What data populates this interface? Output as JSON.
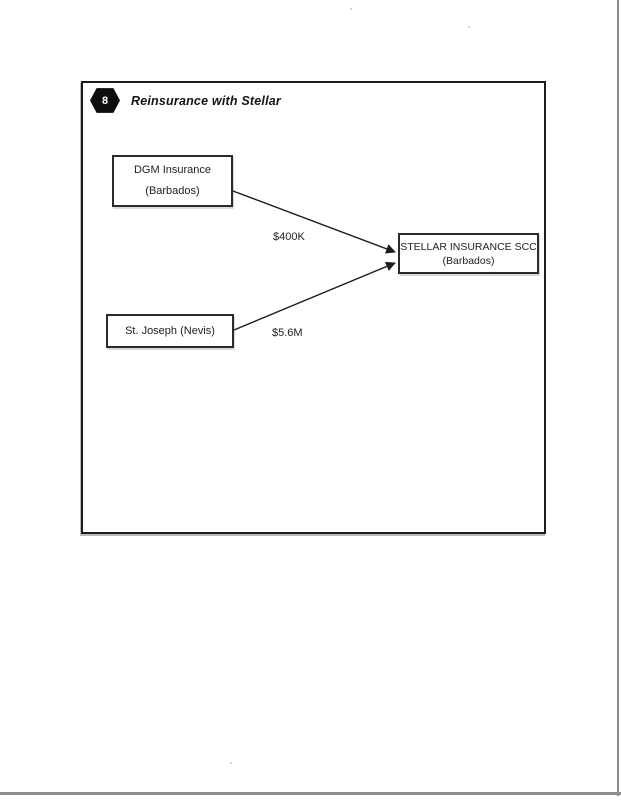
{
  "header": {
    "badge_number": "8",
    "title": "Reinsurance with Stellar"
  },
  "diagram": {
    "nodes": [
      {
        "name": "DGM Insurance (Barbados)",
        "lines": [
          "DGM Insurance",
          "(Barbados)"
        ]
      },
      {
        "name": "St. Joseph (Nevis)",
        "lines": [
          "St. Joseph (Nevis)"
        ]
      },
      {
        "name": "STELLAR INSURANCE SCC (Barbados)",
        "lines": [
          "STELLAR INSURANCE SCC",
          "(Barbados)"
        ]
      }
    ],
    "flows": [
      {
        "from": "DGM Insurance (Barbados)",
        "to": "STELLAR INSURANCE SCC (Barbados)",
        "label": "$400K"
      },
      {
        "from": "St. Joseph (Nevis)",
        "to": "STELLAR INSURANCE SCC (Barbados)",
        "label": "$5.6M"
      }
    ]
  },
  "colors": {
    "ink": "#1c1c1c",
    "scan_edge": "#8f8f8f",
    "badge_bg": "#0d0d0d",
    "badge_text": "#ffffff"
  }
}
